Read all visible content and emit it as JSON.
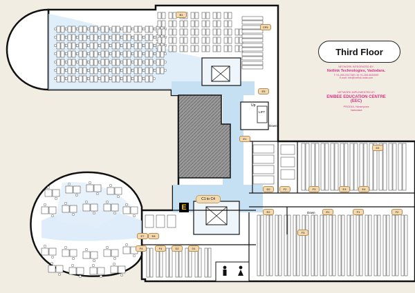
{
  "floor_title": "Third Floor",
  "credits": {
    "network": {
      "heading": "NETWORK INTEGRATED BY:",
      "company": "Netlink Technologies, Vadodara.",
      "phone": "T: 91-265-2317365 • M: 91-265-6630690",
      "email": "E-mail: info@netlink-india.com"
    },
    "implemented": {
      "heading": "NETWORK IMPLEMENTED AT:",
      "org_line1": "ENIBEE EDUCATION CENTRE",
      "org_line2": "(EEC)",
      "place_line1": "PRODIA, Nizampura",
      "place_line2": "Vadodara"
    }
  },
  "area_labels": {
    "lift": "LIFT",
    "up": "Up",
    "down_upper": "Down",
    "down_lower": "Down",
    "exit_sign": "E",
    "lobby_tag": "C1 to C4"
  },
  "cabin_tags": [
    "B1",
    "CR1",
    "E5",
    "E1",
    "D1",
    "D2",
    "F2",
    "F3",
    "E3",
    "E4",
    "E2",
    "E1",
    "F1",
    "F2",
    "F3",
    "F4",
    "F4",
    "D2",
    "D1",
    "E7",
    "E8"
  ],
  "colors": {
    "background": "#f1ede2",
    "floor": "#ffffff",
    "corridor": "#c5dff3",
    "wall": "#111111",
    "void_hatch": "#8c8c8c",
    "label_tag": "#f3d9b0",
    "credit_accent": "#d63384",
    "exit_sign_bg": "#000000",
    "exit_sign_fg": "#f5c400"
  },
  "icons": [
    "male-toilet-icon",
    "female-toilet-icon",
    "staircase-icon",
    "lift-icon",
    "exit-sign-icon"
  ]
}
